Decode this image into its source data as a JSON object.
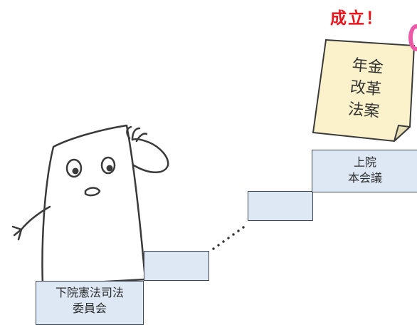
{
  "status_label": "成立！",
  "bill_note": {
    "lines": [
      "年金",
      "改革",
      "法案"
    ]
  },
  "steps": [
    {
      "lines": [
        "下院憲法司法",
        "委員会"
      ]
    },
    {
      "lines": []
    },
    {
      "lines": []
    },
    {
      "lines": [
        "上院",
        "本会議"
      ]
    }
  ],
  "colors": {
    "step_fill": "#dde8f4",
    "step_border": "#3d4650",
    "note_fill": "#fbf2cc",
    "status_red": "#e8131b",
    "accent_pink": "#ea5aa6"
  }
}
